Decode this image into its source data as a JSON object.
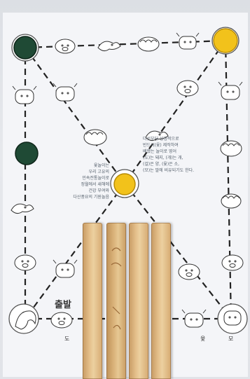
{
  "title": "",
  "board": {
    "start_label": "출발",
    "corner_labels": [
      "도",
      "윷",
      "모"
    ],
    "left_instructions": "윷놀이는\n우리 고유의\n민속전통놀이로\n정월에서 새해에\n건강 부여와\n다산풍요의 기원놀음",
    "right_instructions": "다섯부터 상징적으로\n반드시(윷) 제작하여\n배했는 놀이로 영어\n(도)는 돼지, (개)는 개,\n(걸)은 양, (윷)은 소,\n(모)는 말에 비유되기도 한다."
  },
  "pieces": {
    "green_color": "#1f4a35",
    "yellow_color": "#f2c21b",
    "green_count": 2,
    "yellow_count": 2
  },
  "sticks": {
    "count": 4,
    "wood_color": "#e2bd86"
  },
  "icons": [
    "horse-icon",
    "pig-icon",
    "dog-icon",
    "sheep-icon",
    "cow-icon"
  ]
}
